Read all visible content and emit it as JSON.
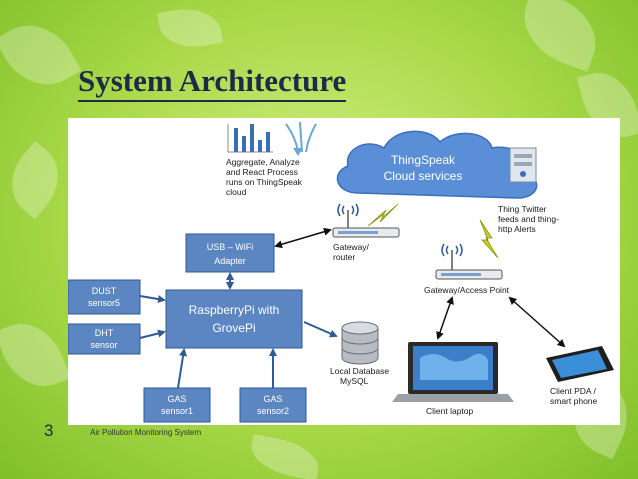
{
  "slide": {
    "title": "System Architecture",
    "page_number": "3",
    "footer": "Air Pollution Monitoring System"
  },
  "diagram": {
    "cloud": {
      "line1": "ThingSpeak",
      "line2": "Cloud services"
    },
    "aggregate_note": [
      "Aggregate, Analyze",
      "and React Process",
      "runs on ThingSpeak",
      "cloud"
    ],
    "usb_wifi": {
      "line1": "USB – WiFi",
      "line2": "Adapter"
    },
    "gateway_router": [
      "Gateway/",
      "router"
    ],
    "twitter_note": [
      "Thing Twitter",
      "feeds and thing-",
      "http Alerts"
    ],
    "gateway_ap": "Gateway/Access Point",
    "raspberrypi": {
      "line1": "RaspberryPi with",
      "line2": "GrovePi"
    },
    "dust_sensor": {
      "line1": "DUST",
      "line2": "sensor5"
    },
    "dht_sensor": {
      "line1": "DHT",
      "line2": "sensor"
    },
    "gas_sensor1": {
      "line1": "GAS",
      "line2": "sensor1"
    },
    "gas_sensor2": {
      "line1": "GAS",
      "line2": "sensor2"
    },
    "local_db": [
      "Local Database",
      "MySQL"
    ],
    "client_laptop": "Client laptop",
    "client_pda": [
      "Client PDA /",
      "smart phone"
    ]
  },
  "colors": {
    "box_fill": "#5b86c2",
    "cloud_fill": "#5a8fd8",
    "lightning": "#c8d020",
    "title_text": "#1f2a44"
  },
  "icons": [
    "bar-chart-icon",
    "arrows-icon",
    "server-icon",
    "wifi-icon",
    "router-icon",
    "database-icon",
    "laptop-icon",
    "smartphone-icon",
    "lightning-icon"
  ]
}
